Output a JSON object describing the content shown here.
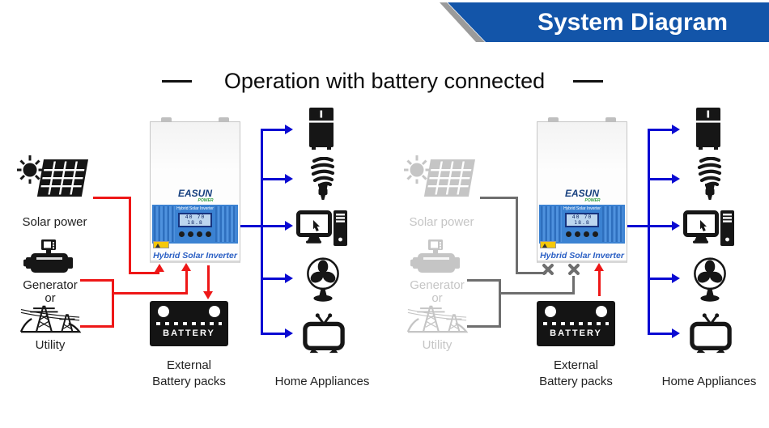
{
  "banner": {
    "title": "System Diagram",
    "background": "#1355a9",
    "shadow": "#9b9b9b",
    "text_color": "#ffffff"
  },
  "heading": {
    "text": "Operation with battery connected"
  },
  "colors": {
    "flow_red": "#ee1717",
    "flow_blue": "#0a0ad2",
    "disconnected_line": "#6e6e6e",
    "disabled_icon": "#c5c5c5",
    "inverter_band_blue": "#3b82d2",
    "inverter_name_blue": "#2a5fc4"
  },
  "inverter": {
    "brand": "EASUN",
    "brand_sub": "POWER",
    "band_label": "Hybrid Solar Inverter",
    "lcd_row1": "40 70",
    "lcd_row2": "18.8",
    "name": "Hybrid Solar Inverter"
  },
  "icons": {
    "sources": [
      "sun-icon",
      "solar-panel-icon",
      "generator-icon",
      "utility-towers-icon"
    ],
    "battery": "battery-icon",
    "appliances": [
      "refrigerator-icon",
      "cfl-bulb-icon",
      "desktop-computer-icon",
      "fan-icon",
      "tv-icon"
    ]
  },
  "diagram_left": {
    "sources_active": true,
    "solar_label": "Solar power",
    "generator_label": "Generator",
    "or_label": "or",
    "utility_label": "Utility",
    "battery_text": "BATTERY",
    "battery_caption_1": "External",
    "battery_caption_2": "Battery packs",
    "appliances_label": "Home Appliances"
  },
  "diagram_right": {
    "sources_active": false,
    "solar_label": "Solar power",
    "generator_label": "Generator",
    "or_label": "or",
    "utility_label": "Utility",
    "battery_text": "BATTERY",
    "battery_caption_1": "External",
    "battery_caption_2": "Battery packs",
    "appliances_label": "Home Appliances"
  }
}
